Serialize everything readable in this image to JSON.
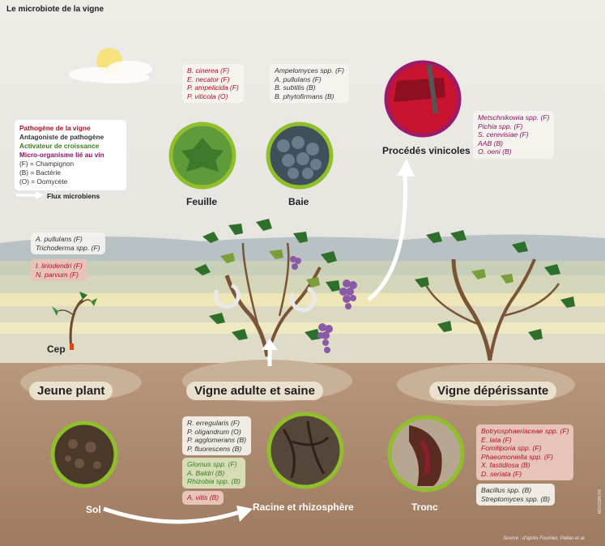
{
  "title": "Le microbiote de la vigne",
  "legend": {
    "items": [
      {
        "text": "Pathogène de la vigne",
        "color": "#b01227"
      },
      {
        "text": "Antagoniste de pathogène",
        "color": "#333333"
      },
      {
        "text": "Activateur de croissance",
        "color": "#3b7d1f"
      },
      {
        "text": "Micro-organisme lié au vin",
        "color": "#8a1466"
      }
    ],
    "codes": [
      "(F) = Champignon",
      "(B) = Bactérie",
      "(O) = Oomycète"
    ],
    "arrow_label": "Flux microbiens"
  },
  "feuille": {
    "caption": "Feuille",
    "pathogens": [
      "B. cinerea (F)",
      "E. necator (F)",
      "P. ampelicida (F)",
      "P. viticola (O)"
    ]
  },
  "baie": {
    "caption": "Baie",
    "antagonists": [
      "Ampelomyces spp. (F)",
      "A. pullulans (F)",
      "B. subtilis (B)",
      "B. phytofirmans (B)"
    ]
  },
  "procedes": {
    "caption": "Procédés vinicoles",
    "wine": [
      "Metschnikowia spp. (F)",
      "Pichia spp. (F)",
      "S. cerevisiae (F)",
      "AAB (B)",
      "O. oeni (B)"
    ]
  },
  "jeune_plant": {
    "label": "Jeune plant",
    "cep": "Cep",
    "antagonists": [
      "A. pullulans (F)",
      "Trichoderma spp. (F)"
    ],
    "pathogens": [
      "I. liriodendri (F)",
      "N. parvum (F)"
    ]
  },
  "vigne_adulte": {
    "label": "Vigne adulte et saine",
    "antagonists": [
      "R. erregularis (F)",
      "P. oligandrum (O)",
      "P. agglomerans (B)",
      "P. fluorescens (B)"
    ],
    "growth": [
      "Glomus spp. (F)",
      "A. Baldri (B)",
      "Rhizobia spp. (B)"
    ],
    "pathogens": [
      "A. vitis (B)"
    ]
  },
  "vigne_deperissante": {
    "label": "Vigne dépérissante",
    "pathogens": [
      "Botryosphaeriaceae spp. (F)",
      "E. lata (F)",
      "Fomitiporia spp. (F)",
      "Phaeomoniella spp. (F)",
      "X. fastidiosa (B)",
      "D. seriata (F)"
    ],
    "antagonists": [
      "Bacillus spp. (B)",
      "Streptomyces spp. (B)"
    ]
  },
  "sol": {
    "caption": "Sol"
  },
  "racine": {
    "caption": "Racine et rhizosphère"
  },
  "tronc": {
    "caption": "Tronc"
  },
  "source": "Source : d'après Fournier, Pellan et al.",
  "copyright": "RÉUSSIR.FR",
  "colors": {
    "sky": "#e5e3da",
    "soil": "#a9866c",
    "circle_border": "#8fbf2a",
    "wine_border": "#9c1a6a"
  }
}
